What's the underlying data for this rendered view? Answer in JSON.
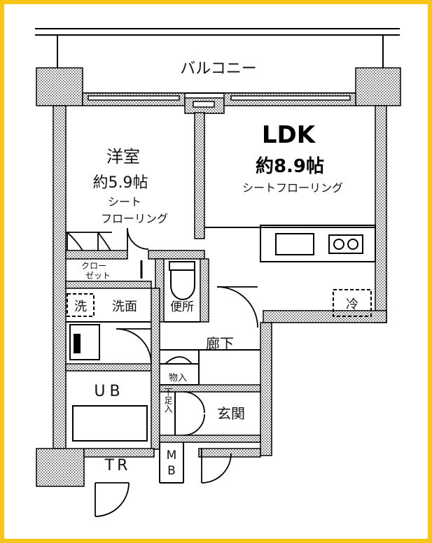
{
  "frame_color": "#F5C518",
  "balcony": {
    "label": "バルコニー"
  },
  "western_room": {
    "name": "洋室",
    "size": "約5.9帖",
    "floor_line1": "シート",
    "floor_line2": "フローリング"
  },
  "ldk": {
    "name": "LDK",
    "size": "約8.9帖",
    "floor": "シートフローリング"
  },
  "closet": {
    "line1": "クロー",
    "line2": "ゼット"
  },
  "washroom": {
    "washer_mark": "洗",
    "name": "洗面"
  },
  "toilet": {
    "name": "便所"
  },
  "fridge": {
    "mark": "冷"
  },
  "hallway": {
    "name": "廊下"
  },
  "storage": {
    "name": "物入"
  },
  "unit_bath": {
    "name": "UB"
  },
  "shoe_box": {
    "name": "下足入"
  },
  "entrance": {
    "name": "玄関"
  },
  "trunk_room": {
    "name": "TR"
  },
  "meter_box": {
    "line1": "M",
    "line2": "B"
  }
}
